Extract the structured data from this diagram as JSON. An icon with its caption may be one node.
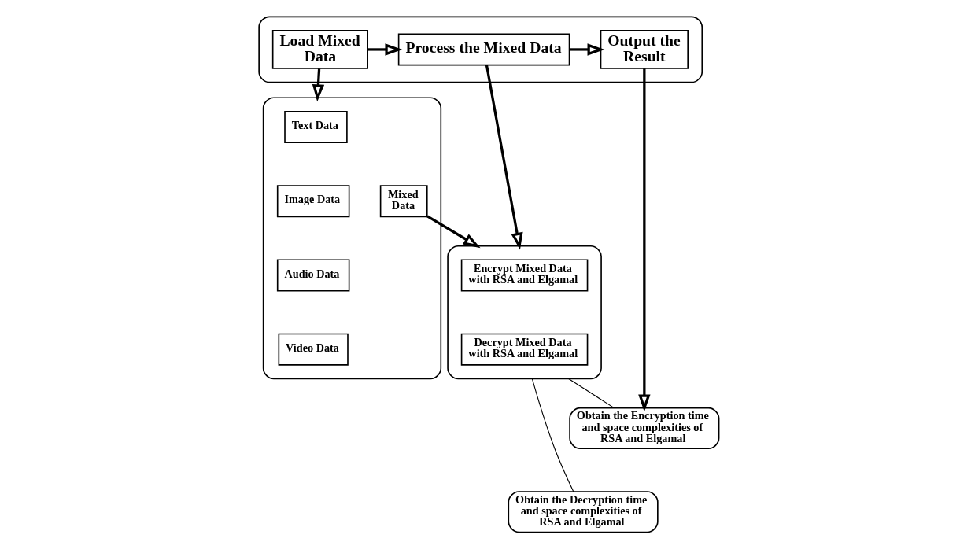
{
  "diagram": {
    "nodes": [
      {
        "text": [],
        "shape": "box"
      },
      {
        "text": [
          "Load Mixed Data"
        ],
        "in": 0
      },
      {
        "text": [
          "Process the Mixed Data"
        ],
        "in": 0
      },
      {
        "text": [
          "Output the Result"
        ],
        "in": 0
      },
      {
        "text": [],
        "shape": "box"
      },
      {
        "text": [
          "Text Data"
        ],
        "in": 4
      },
      {
        "text": [
          "Image Data"
        ],
        "in": 4
      },
      {
        "text": [
          "Audio Data"
        ],
        "in": 4
      },
      {
        "text": [
          "Video Data"
        ],
        "in": 4
      },
      {
        "text": [
          "Mixed Data"
        ],
        "in": 4
      },
      {
        "text": [],
        "shape": "box"
      },
      {
        "text": [
          "Encrypt Mixed Data with RSA and Elgamal"
        ],
        "in": 10
      },
      {
        "text": [
          "Decrypt Mixed Data with RSA and Elgamal"
        ],
        "in": 10
      },
      {
        "text": [
          "Obtain the Encryption time and space complexities of RSA and Elgamal"
        ]
      },
      {
        "text": [
          "Obtain the Decryption time and space complexities of RSA and Elgamal"
        ]
      }
    ],
    "edges": [
      {
        "from": 1,
        "to": 2,
        "arrow": "to"
      },
      {
        "from": 2,
        "to": 3,
        "arrow": "to"
      },
      {
        "from": 1,
        "to": 4,
        "arrow": "to"
      },
      {
        "from": 2,
        "to": 10,
        "arrow": "to"
      },
      {
        "from": 3,
        "to": 13,
        "arrow": "to"
      },
      {
        "from": 9,
        "to": 10,
        "arrow": "to"
      },
      {
        "from": 10,
        "to": 13,
        "arrow": "none"
      },
      {
        "from": 10,
        "to": 14,
        "arrow": "none"
      }
    ]
  }
}
